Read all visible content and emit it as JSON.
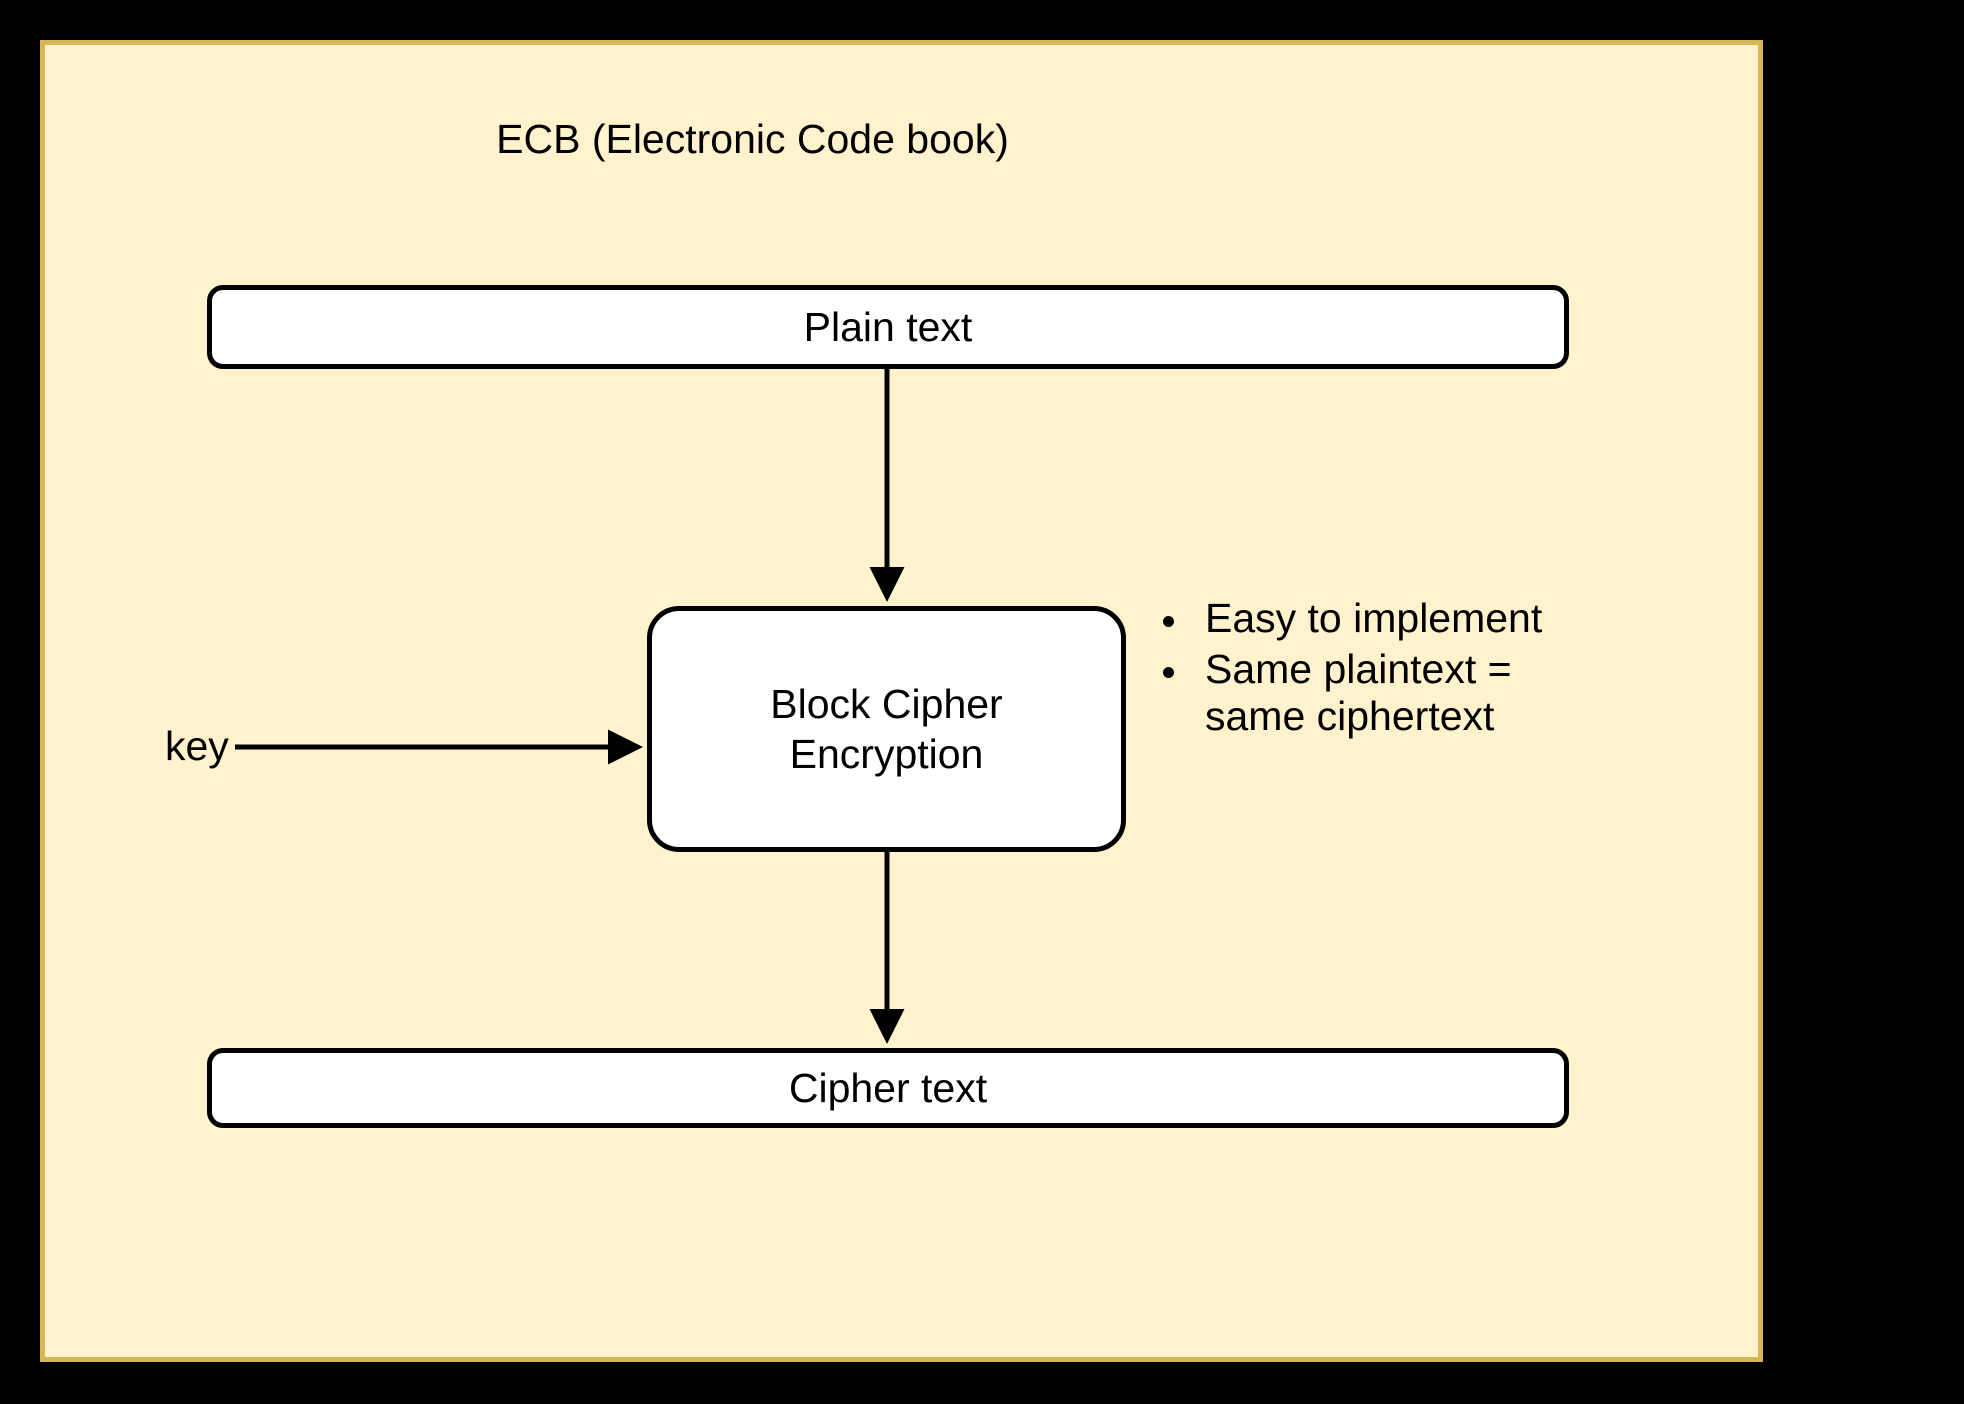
{
  "diagram": {
    "title": "ECB (Electronic Code book)",
    "panel": {
      "background_color": "#fff2cc",
      "border_color": "#d6b656"
    },
    "canvas_background_color": "#000000",
    "nodes": {
      "plain_text": "Plain text",
      "block_cipher_line1": "Block Cipher",
      "block_cipher_line2": "Encryption",
      "cipher_text": "Cipher text",
      "key": "key"
    },
    "node_style": {
      "fill_color": "#ffffff",
      "stroke_color": "#000000"
    },
    "edges": [
      {
        "from": "plain_text",
        "to": "block_cipher",
        "label": ""
      },
      {
        "from": "key",
        "to": "block_cipher",
        "label": ""
      },
      {
        "from": "block_cipher",
        "to": "cipher_text",
        "label": ""
      }
    ],
    "notes": {
      "bullets": [
        "Easy to implement",
        "Same plaintext = same ciphertext"
      ]
    }
  }
}
